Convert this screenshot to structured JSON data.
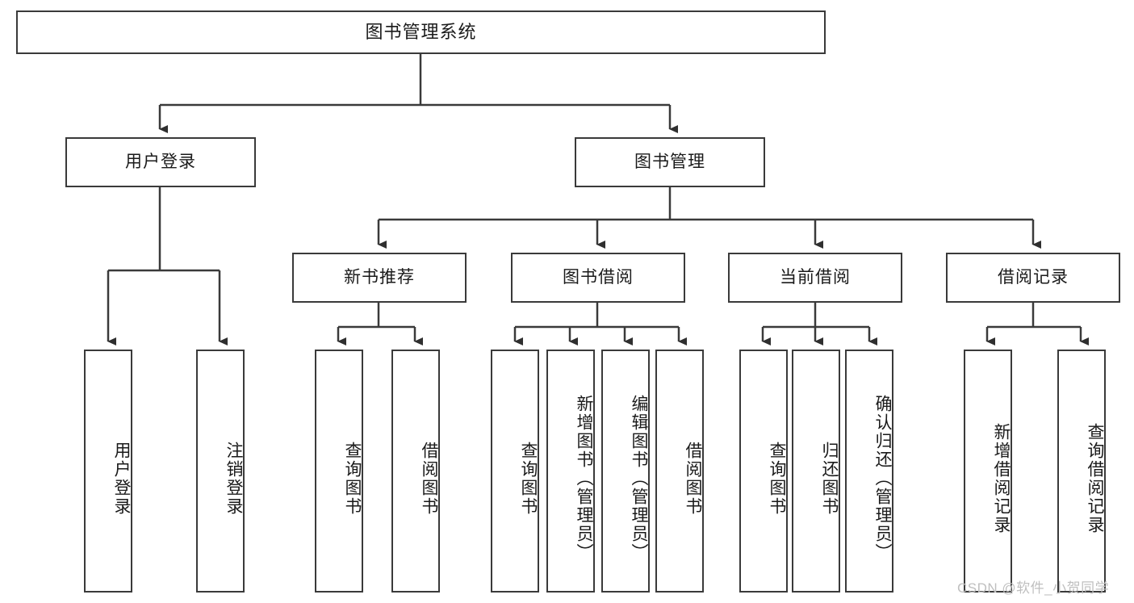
{
  "diagram": {
    "title": "图书管理系统",
    "type": "tree-hierarchy",
    "stroke_color": "#3a3a3a",
    "background_color": "#ffffff",
    "text_color": "#1a1a1a"
  },
  "root": {
    "label": "图书管理系统"
  },
  "level2": [
    {
      "label": "用户登录"
    },
    {
      "label": "图书管理"
    }
  ],
  "level3": [
    {
      "label": "新书推荐"
    },
    {
      "label": "图书借阅"
    },
    {
      "label": "当前借阅"
    },
    {
      "label": "借阅记录"
    }
  ],
  "leaves": {
    "user_login": [
      {
        "label": "用户登录"
      },
      {
        "label": "注销登录"
      }
    ],
    "new_book_recommend": [
      {
        "label": "查询图书"
      },
      {
        "label": "借阅图书"
      }
    ],
    "book_borrow": [
      {
        "label": "查询图书"
      },
      {
        "label": "新增图书（管理员）"
      },
      {
        "label": "编辑图书（管理员）"
      },
      {
        "label": "借阅图书"
      }
    ],
    "current_borrow": [
      {
        "label": "查询图书"
      },
      {
        "label": "归还图书"
      },
      {
        "label": "确认归还（管理员）"
      }
    ],
    "borrow_records": [
      {
        "label": "新增借阅记录"
      },
      {
        "label": "查询借阅记录"
      }
    ]
  },
  "watermark": {
    "text": "CSDN @软件_小贺同学"
  }
}
